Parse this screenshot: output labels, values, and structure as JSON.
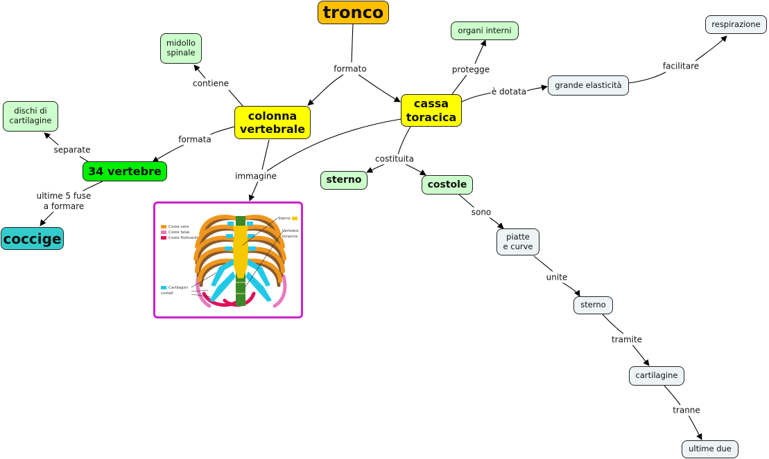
{
  "colors": {
    "title_fill": "#ffc000",
    "main_fill": "#ffff00",
    "green_fill": "#ccffcc",
    "bright_green_fill": "#00ee00",
    "teal_fill": "#33cccc",
    "grey_fill": "#eef4f6",
    "image_border": "#cc22cc"
  },
  "nodes": {
    "tronco": "tronco",
    "colonna": "colonna\nvertebrale",
    "cassa": "cassa\ntoracica",
    "midollo": "midollo\nspinale",
    "dischi": "dischi di\ncartilagine",
    "vertebre": "34 vertebre",
    "coccige": "coccige",
    "organi": "organi interni",
    "elasticita": "grande elasticità",
    "respirazione": "respirazione",
    "sterno1": "sterno",
    "costole": "costole",
    "piatte": "piatte\ne curve",
    "sterno2": "sterno",
    "cartilagine": "cartilagine",
    "ultime": "ultime due"
  },
  "links": {
    "formato": "formato",
    "contiene": "contiene",
    "formata": "formata",
    "separate": "separate",
    "ultime5": "ultime 5 fuse\na formare",
    "immagine": "immagine",
    "protegge": "protegge",
    "dotata": "è dotata",
    "facilitare": "facilitare",
    "costituita": "costituita",
    "sono": "sono",
    "unite": "unite",
    "tramite": "tramite",
    "tranne": "tranne"
  },
  "image": {
    "legend": [
      "Coste vere",
      "Coste false",
      "Coste fluttuanti"
    ],
    "legend_colors": [
      "#f0961e",
      "#e87ac0",
      "#e0105a"
    ],
    "labels": {
      "sterno": "Sterno",
      "vertebre": "Vertebre\ntoracice",
      "cartilagini": "Cartilagini\ncostali"
    },
    "cartilagini_color": "#22c8e8",
    "sterno_color": "#f5c800"
  }
}
